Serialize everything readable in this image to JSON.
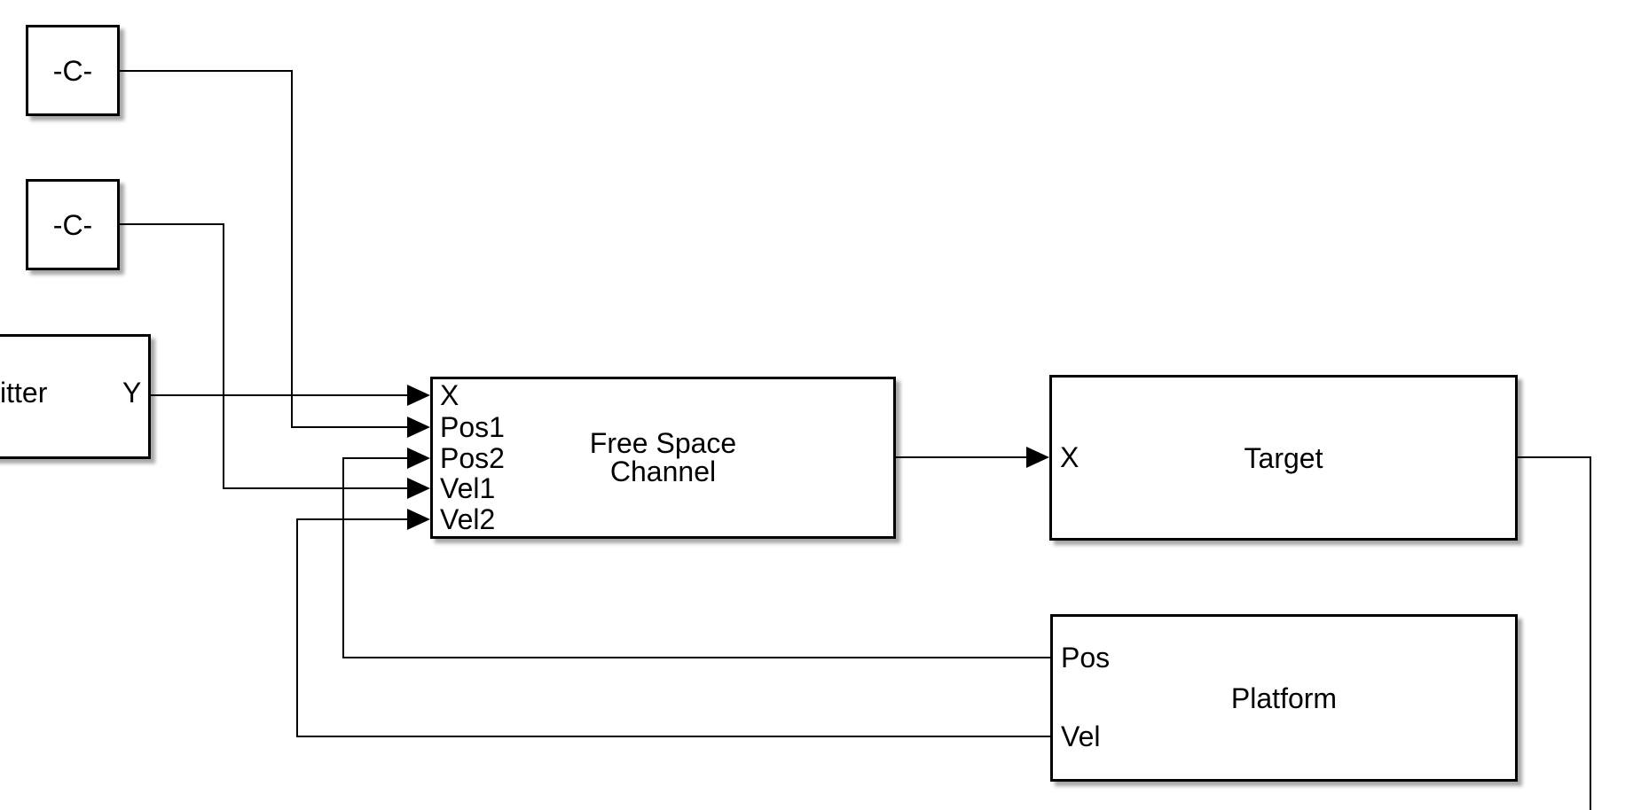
{
  "colors": {
    "background": "#ffffff",
    "block_fill": "#ffffff",
    "line": "#000000",
    "shadow": "rgba(0,0,0,0.35)"
  },
  "blocks": {
    "constant1": {
      "label": "-C-"
    },
    "constant2": {
      "label": "-C-"
    },
    "transmitter": {
      "visible_label": "itter",
      "output_port": "Y"
    },
    "free_space_channel": {
      "name_line1": "Free Space",
      "name_line2": "Channel",
      "input_ports": [
        "X",
        "Pos1",
        "Pos2",
        "Vel1",
        "Vel2"
      ]
    },
    "target": {
      "name": "Target",
      "input_port": "X"
    },
    "platform": {
      "name": "Platform",
      "output_ports": [
        "Pos",
        "Vel"
      ]
    }
  }
}
